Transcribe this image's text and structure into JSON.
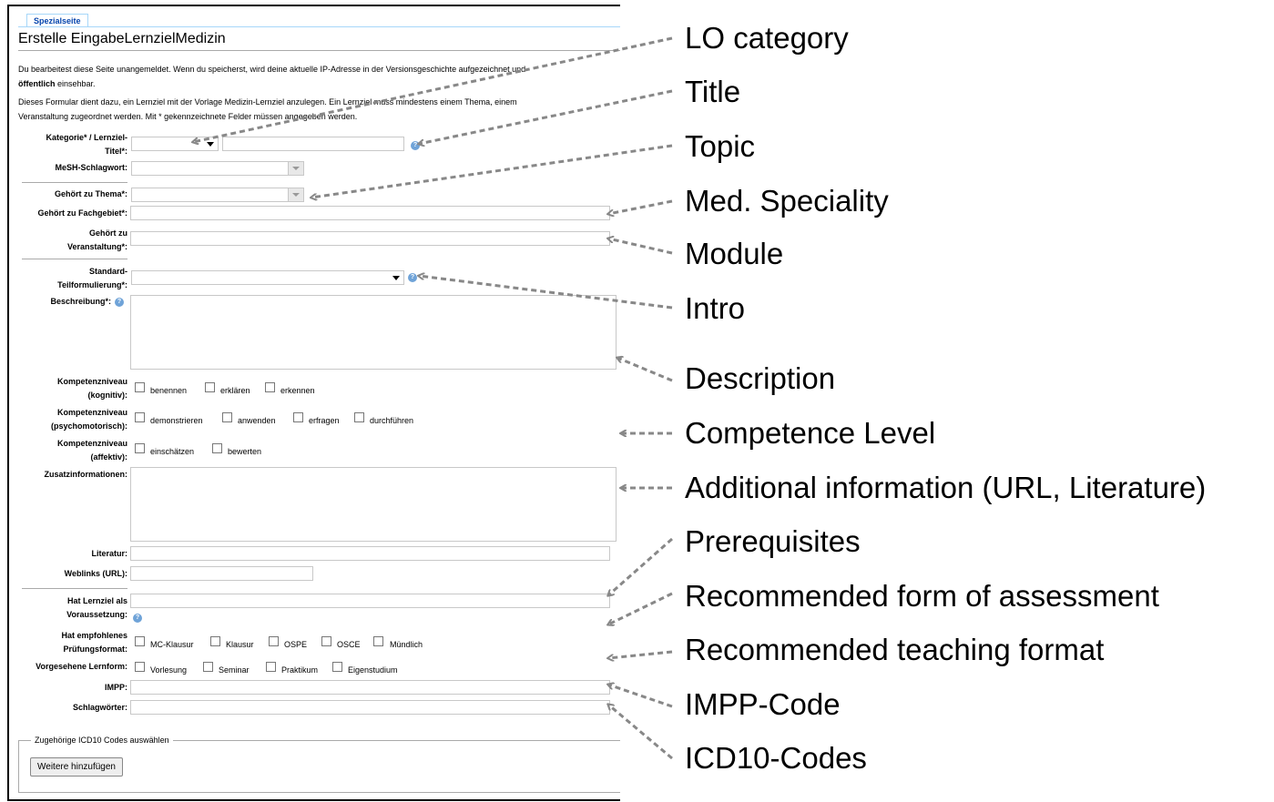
{
  "tab_label": "Spezialseite",
  "page_title": "Erstelle EingabeLernzielMedizin",
  "notice_line1": "Du bearbeitest diese Seite unangemeldet. Wenn du speicherst, wird deine aktuelle IP-Adresse in der Versionsgeschichte aufgezeichnet und",
  "notice_bold": "öffentlich",
  "notice_line2_rest": " einsehbar.",
  "intro_line1": "Dieses Formular dient dazu, ein Lernziel mit der Vorlage Medizin-Lernziel anzulegen. Ein Lernziel muss mindestens einem Thema, einem",
  "intro_line2": "Veranstaltung zugeordnet werden. Mit * gekennzeichnete Felder müssen angegeben werden.",
  "form": {
    "kategorie_label1": "Kategorie* / Lernziel-",
    "kategorie_label2": "Titel*:",
    "mesh_label": "MeSH-Schlagwort:",
    "thema_label": "Gehört zu Thema*:",
    "fachgebiet_label": "Gehört zu Fachgebiet*:",
    "veranstaltung_label1": "Gehört zu",
    "veranstaltung_label2": "Veranstaltung*:",
    "standard_label1": "Standard-",
    "standard_label2": "Teilformulierung*:",
    "beschreibung_label": "Beschreibung*:",
    "kog_label1": "Kompetenzniveau",
    "kog_label2": "(kognitiv):",
    "kog_options": [
      "benennen",
      "erklären",
      "erkennen"
    ],
    "psy_label1": "Kompetenzniveau",
    "psy_label2": "(psychomotorisch):",
    "psy_options": [
      "demonstrieren",
      "anwenden",
      "erfragen",
      "durchführen"
    ],
    "aff_label1": "Kompetenzniveau",
    "aff_label2": "(affektiv):",
    "aff_options": [
      "einschätzen",
      "bewerten"
    ],
    "zusatz_label": "Zusatzinformationen:",
    "literatur_label": "Literatur:",
    "weblinks_label": "Weblinks (URL):",
    "voraus_label1": "Hat Lernziel als",
    "voraus_label2": "Voraussetzung:",
    "pruef_label1": "Hat empfohlenes",
    "pruef_label2": "Prüfungsformat:",
    "pruef_options": [
      "MC-Klausur",
      "Klausur",
      "OSPE",
      "OSCE",
      "Mündlich"
    ],
    "lern_label": "Vorgesehene Lernform:",
    "lern_options": [
      "Vorlesung",
      "Seminar",
      "Praktikum",
      "Eigenstudium"
    ],
    "impp_label": "IMPP:",
    "schlag_label": "Schlagwörter:",
    "icd_legend": "Zugehörige ICD10 Codes auswählen",
    "add_button": "Weitere hinzufügen",
    "info_glyph": "?"
  },
  "annotations": [
    "LO category",
    "Title",
    "Topic",
    "Med. Speciality",
    "Module",
    "Intro",
    "Description",
    "Competence Level",
    "Additional information (URL, Literature)",
    "Prerequisites",
    "Recommended form of assessment",
    "Recommended teaching format",
    "IMPP-Code",
    "ICD10-Codes"
  ],
  "colors": {
    "tab_text": "#0645ad",
    "tab_border": "#a7d7f9",
    "arrow": "#888888",
    "info_icon": "#6fa3d8"
  }
}
